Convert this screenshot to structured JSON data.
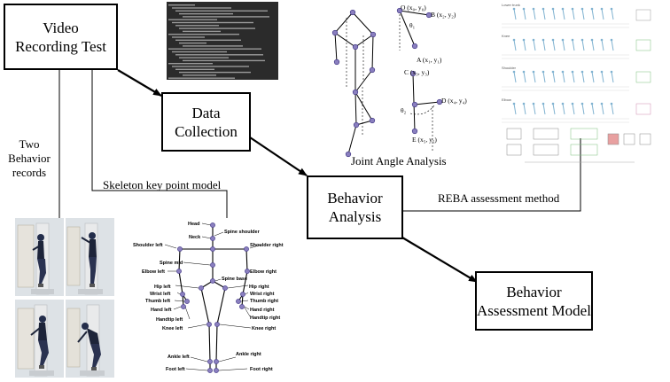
{
  "boxes": {
    "video": [
      "Video",
      "Recording Test"
    ],
    "data": [
      "Data",
      "Collection"
    ],
    "behavior": [
      "Behavior",
      "Analysis"
    ],
    "assessment": [
      "Behavior",
      "Assessment Model"
    ]
  },
  "labels": {
    "two_behavior": [
      "Two",
      "Behavior",
      "records"
    ],
    "skeleton_model": "Skeleton key point model",
    "joint_angle": "Joint Angle Analysis",
    "reba": "REBA assessment method"
  },
  "skeleton_points": {
    "head": "Head",
    "neck": "Neck",
    "spine_shoulder": "Spine shoulder",
    "shoulder_left": "Shoulder left",
    "shoulder_right": "Shoulder right",
    "spine_mid": "Spine mid",
    "elbow_left": "Elbow left",
    "elbow_right": "Elbow right",
    "spine_base": "Spine base",
    "hip_left": "Hip left",
    "hip_right": "Hip right",
    "wrist_left": "Wrist left",
    "wrist_right": "Wrist right",
    "thumb_left": "Thumb left",
    "thumb_right": "Thumb right",
    "hand_left": "Hand left",
    "hand_right": "Hand right",
    "handtip_left": "Handtip left",
    "handtip_right": "Handtip right",
    "knee_left": "Knee left",
    "knee_right": "Knee right",
    "ankle_left": "Ankle left",
    "ankle_right": "Ankle right",
    "foot_left": "Foot left",
    "foot_right": "Foot right"
  },
  "angle_labels": {
    "o": "O (x₀, y₀)",
    "b": "B (x₂, y₂)",
    "a": "A (x₁, y₁)",
    "c": "C (x₃, y₃)",
    "d": "D (x₄, y₄)",
    "e": "E (x₅, y₅)",
    "theta1": "θ₁",
    "theta2": "θ₂"
  },
  "reba_sections": [
    "Lower trunk",
    "Knee",
    "Shoulder",
    "Elbow"
  ],
  "colors": {
    "line": "#000000",
    "joint": "#8a7fbf",
    "joint_stroke": "#3a3080",
    "terminal_bg": "#2b2b2b",
    "terminal_text": "#9a9a9a",
    "photo_wall": "#d9dee2"
  }
}
